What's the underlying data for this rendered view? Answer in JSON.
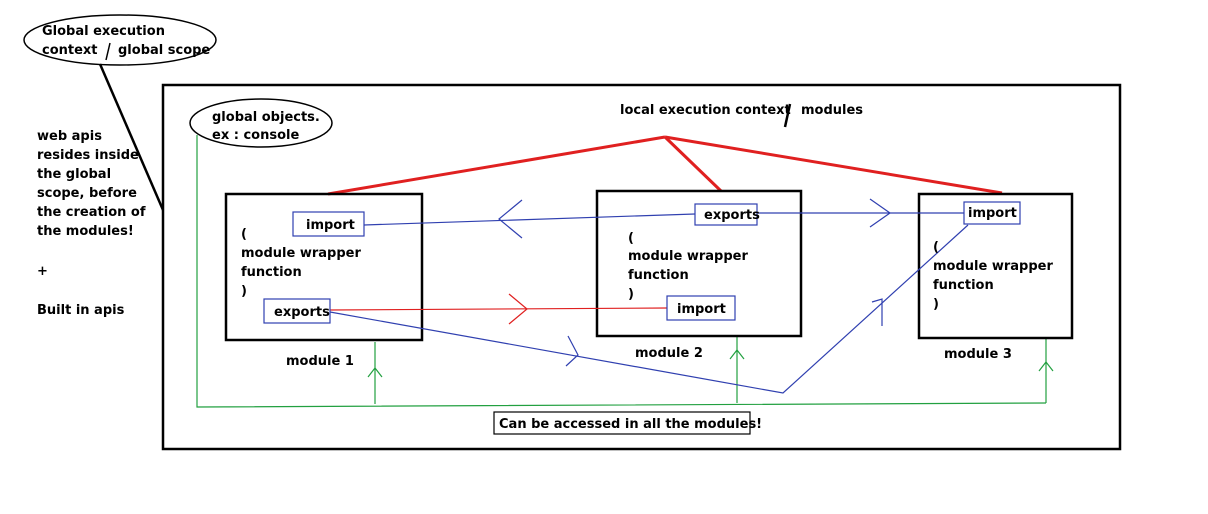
{
  "global_context": {
    "line1": "Global execution",
    "line2_a": "context",
    "line2_b": "global scope"
  },
  "side_note": {
    "lines": [
      "web apis",
      "resides inside",
      "the global",
      "scope, before",
      "the creation of",
      "the modules!"
    ],
    "plus": "+",
    "built_in": "Built in apis"
  },
  "global_objects": {
    "line1": "global objects.",
    "line2": "ex : console"
  },
  "local_context": {
    "left": "local execution context",
    "right": "modules"
  },
  "modules": [
    {
      "name": "module 1",
      "paren_open": "(",
      "wrapper_line1": "module wrapper",
      "wrapper_line2": "function",
      "paren_close": ")",
      "import_label": "import",
      "exports_label": "exports"
    },
    {
      "name": "module 2",
      "paren_open": "(",
      "wrapper_line1": "module wrapper",
      "wrapper_line2": "function",
      "paren_close": ")",
      "import_label": "import",
      "exports_label": "exports"
    },
    {
      "name": "module 3",
      "paren_open": "(",
      "wrapper_line1": "module wrapper",
      "wrapper_line2": "function",
      "paren_close": ")",
      "import_label": "import"
    }
  ],
  "access_note": "Can be accessed in all the modules!",
  "colors": {
    "outline": "#000000",
    "red_link": "#e02020",
    "blue_link": "#3040b0",
    "green_link": "#22a040"
  }
}
